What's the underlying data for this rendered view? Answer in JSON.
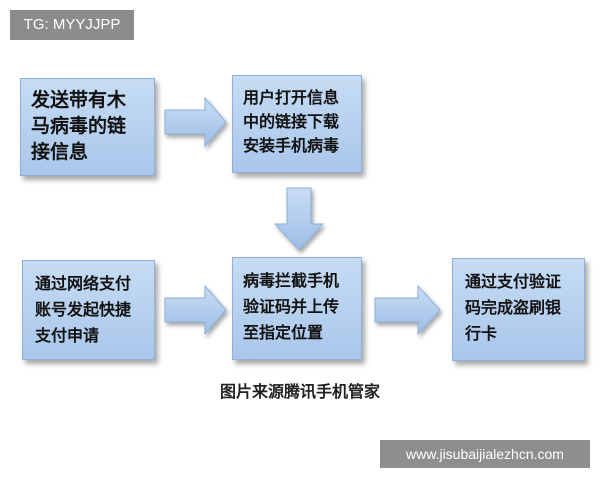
{
  "watermarks": {
    "top": "TG: MYYJJPP",
    "bottom": "www.jisubaijialezhcn.com"
  },
  "diagram": {
    "boxes": [
      {
        "id": "box1",
        "text": "发送带有木\n马病毒的链\n接信息"
      },
      {
        "id": "box2",
        "text": "用户打开信息\n中的链接下载\n安装手机病毒"
      },
      {
        "id": "box3",
        "text": "通过网络支付\n账号发起快捷\n支付申请"
      },
      {
        "id": "box4",
        "text": "病毒拦截手机\n验证码并上传\n至指定位置"
      },
      {
        "id": "box5",
        "text": "通过支付验证\n码完成盗刷银\n行卡"
      }
    ],
    "caption": "图片来源腾讯手机管家"
  },
  "colors": {
    "box_fill": "#b8d1f0",
    "arrow_fill": "#a9c6ea",
    "watermark_bg": "#7a7a7a"
  }
}
